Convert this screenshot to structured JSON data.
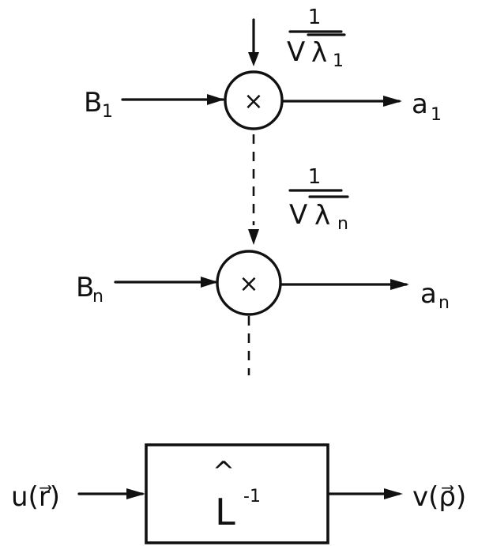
{
  "diagram": {
    "stage_1": {
      "input": "B",
      "input_sub": "1",
      "output": "a",
      "output_sub": "1",
      "operator": "×",
      "factor_numerator": "1",
      "factor_root": "V",
      "factor_lambda": "λ",
      "factor_sub": "1"
    },
    "stage_n": {
      "input": "B",
      "input_sub": "n",
      "output": "a",
      "output_sub": "n",
      "operator": "×",
      "factor_numerator": "1",
      "factor_root": "V",
      "factor_lambda": "λ",
      "factor_sub": "n"
    },
    "operator_block": {
      "input": "u(r⃗)",
      "output": "v(ρ⃗)",
      "operator_hat": "^",
      "operator_letter": "L",
      "operator_exp": "-1"
    }
  }
}
